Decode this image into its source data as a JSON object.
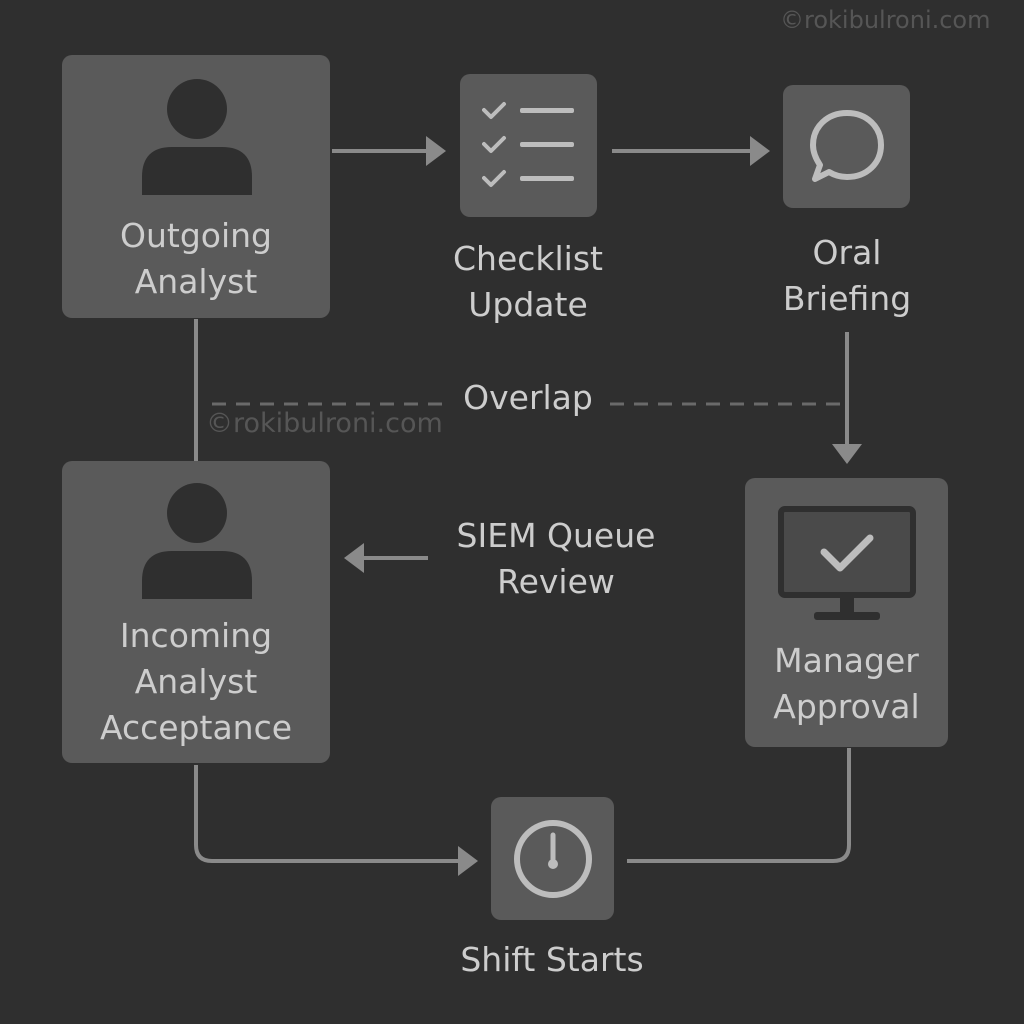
{
  "watermark": "©rokibulroni.com",
  "nodes": {
    "outgoing_analyst": {
      "line1": "Outgoing",
      "line2": "Analyst",
      "icon": "person-icon"
    },
    "checklist_update": {
      "line1": "Checklist",
      "line2": "Update",
      "icon": "checklist-icon"
    },
    "oral_briefing": {
      "line1": "Oral",
      "line2": "Briefing",
      "icon": "speech-bubble-icon"
    },
    "manager_approval": {
      "line1": "Manager",
      "line2": "Approval",
      "icon": "monitor-check-icon"
    },
    "shift_starts": {
      "line1": "Shift Starts",
      "icon": "clock-icon"
    },
    "incoming_analyst_acceptance": {
      "line1": "Incoming",
      "line2": "Analyst",
      "line3": "Acceptance",
      "icon": "person-icon"
    }
  },
  "edge_labels": {
    "overlap": "Overlap",
    "siem_queue_review_line1": "SIEM Queue",
    "siem_queue_review_line2": "Review"
  },
  "colors": {
    "background": "#2f2f2f",
    "box": "#5a5a5a",
    "icon": "#2f2f2f",
    "connector": "#8a8a8a",
    "text": "#cdcdcd"
  }
}
